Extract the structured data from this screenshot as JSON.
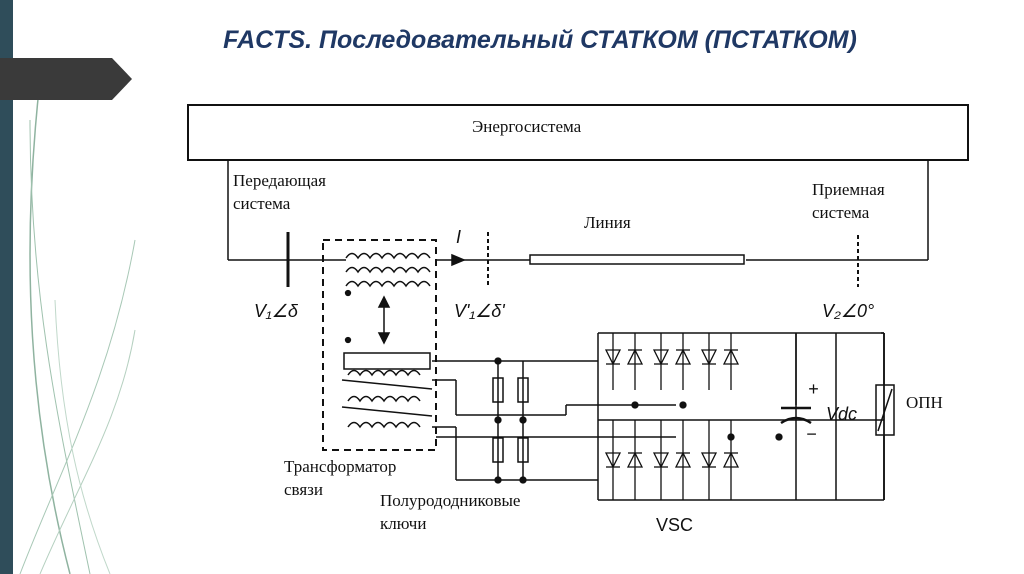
{
  "title": "FACTS. Последовательный СТАТКОМ (ПСТАТКОМ)",
  "labels": {
    "power_system": "Энергосистема",
    "sending_1": "Передающая",
    "sending_2": "система",
    "line": "Линия",
    "receiving_1": "Приемная",
    "receiving_2": "система",
    "v1": "V₁∠δ",
    "v1p": "V'₁∠δ'",
    "v2": "V₂∠0°",
    "current": "I",
    "vdc": "Vdc",
    "opn": "ОПН",
    "transformer_1": "Трансформатор",
    "transformer_2": "связи",
    "switches_1": "Полурододниковые",
    "switches_2": "ключи",
    "vsc": "VSC",
    "plus": "+",
    "minus": "−"
  }
}
